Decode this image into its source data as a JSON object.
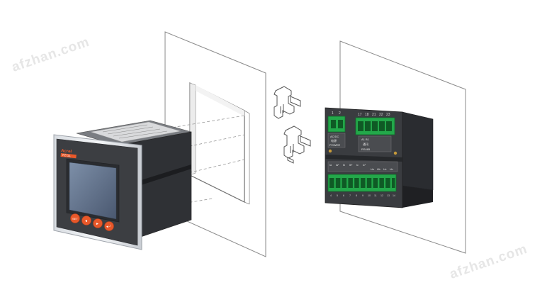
{
  "watermark": {
    "text": "afzhan.com"
  },
  "front_device": {
    "brand": "Acrel",
    "model_tag": "PZ72L",
    "buttons": [
      {
        "label": "SET",
        "name": "set-button"
      },
      {
        "label": "◄",
        "name": "left-button"
      },
      {
        "label": "►",
        "name": "right-button"
      },
      {
        "label": "◄┘",
        "name": "enter-button"
      }
    ]
  },
  "rear_device": {
    "power_terminals": [
      "1",
      "2"
    ],
    "comm_terminals": [
      "17",
      "18",
      "21",
      "22",
      "23"
    ],
    "power_label_1": "AC/DC",
    "power_label_2": "电源",
    "power_label_3": "POWER",
    "comm_label_1": "A1 B1",
    "comm_label_2": "通讯",
    "comm_label_3": "RS485",
    "bottom_terminals": [
      "4",
      "5",
      "6",
      "7",
      "8",
      "9",
      "10",
      "11",
      "12",
      "13",
      "14"
    ],
    "voltage_labels": [
      "Ia",
      "Ia*",
      "Ib",
      "Ib*",
      "Ic",
      "Ic*",
      "Ua",
      "Ub",
      "Uc",
      "Un"
    ]
  },
  "colors": {
    "device_body": "#3c3e42",
    "device_dark": "#26282b",
    "terminal_green": "#23a84a",
    "button_orange": "#e8582a",
    "screen": "#5a6a82",
    "outline": "#8a8a8a"
  }
}
